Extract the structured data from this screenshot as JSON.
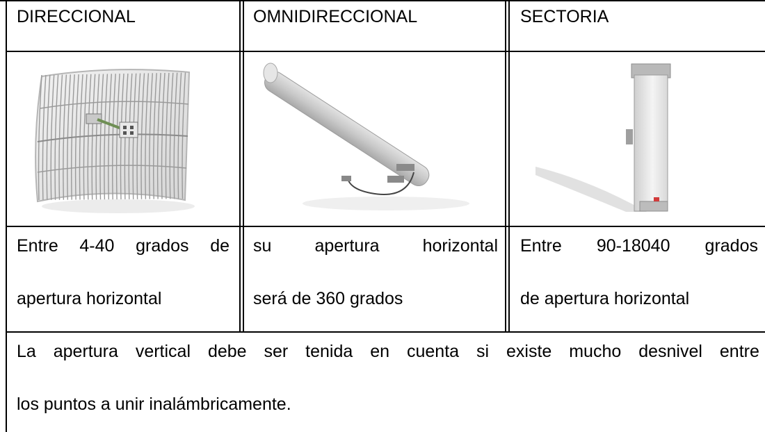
{
  "table": {
    "headers": [
      "DIRECCIONAL",
      "OMNIDIRECCIONAL",
      "SECTORIA"
    ],
    "images": [
      "grid-parabolic-antenna",
      "omnidirectional-antenna",
      "sector-antenna"
    ],
    "descriptions": [
      {
        "line1_words": [
          "Entre",
          "4-40",
          "grados",
          "de"
        ],
        "line2": "apertura horizontal"
      },
      {
        "line1_words": [
          "su",
          "apertura",
          "horizontal"
        ],
        "line2": "será de 360 grados"
      },
      {
        "line1_words": [
          "Entre",
          "90-18040",
          "grados"
        ],
        "line2": "de apertura horizontal"
      }
    ],
    "footer": {
      "line1_words": [
        "La",
        "apertura",
        "vertical",
        "debe",
        "ser",
        "tenida",
        "en",
        "cuenta",
        "si",
        "existe",
        "mucho",
        "desnivel",
        "entre"
      ],
      "line2": "los puntos a unir inalámbricamente."
    }
  }
}
